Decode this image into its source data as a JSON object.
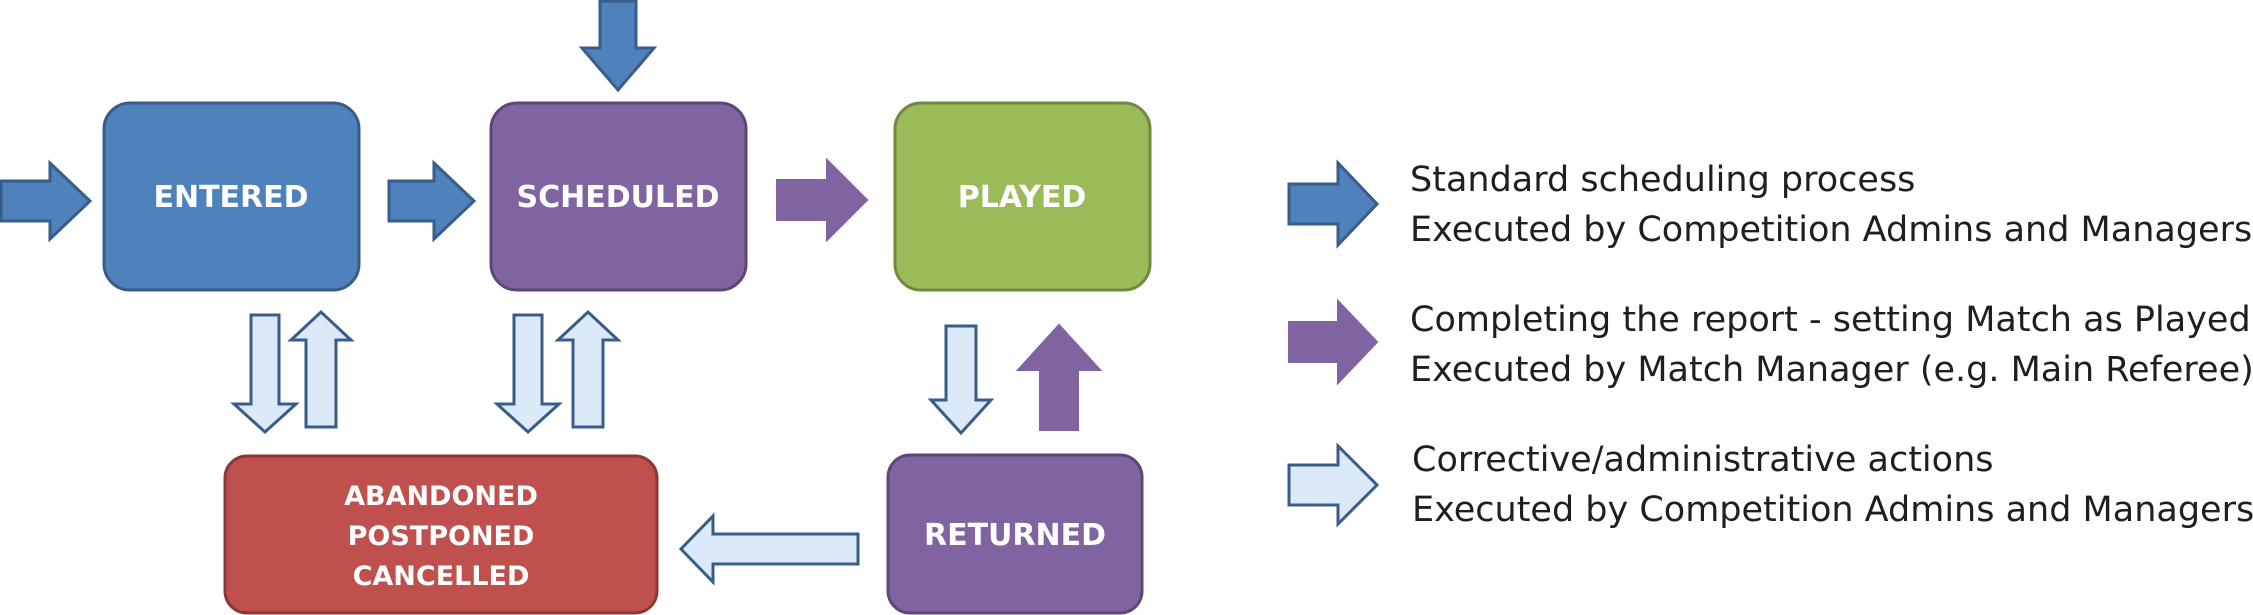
{
  "colors": {
    "entered_fill": "#4f81bd",
    "entered_stroke": "#385d8a",
    "scheduled_fill": "#8064a2",
    "scheduled_stroke": "#5c4776",
    "played_fill": "#9bbb59",
    "played_stroke": "#71893f",
    "abandoned_fill": "#c0504d",
    "abandoned_stroke": "#8c3836",
    "returned_fill": "#8064a2",
    "returned_stroke": "#5c4776",
    "standard_arrow_fill": "#4f81bd",
    "standard_arrow_stroke": "#385d8a",
    "report_arrow_fill": "#8064a2",
    "report_arrow_stroke": "#8064a2",
    "corrective_arrow_fill": "#dbe9f9",
    "corrective_arrow_stroke": "#385d8a"
  },
  "states": {
    "entered": "ENTERED",
    "scheduled": "SCHEDULED",
    "played": "PLAYED",
    "abandoned": [
      "ABANDONED",
      "POSTPONED",
      "CANCELLED"
    ],
    "returned": "RETURNED"
  },
  "legend": {
    "standard": {
      "line1": "Standard scheduling process",
      "line2": "Executed by Competition Admins and Managers"
    },
    "report": {
      "line1": "Completing the report - setting Match as Played",
      "line2": "Executed by Match Manager (e.g. Main Referee)"
    },
    "corrective": {
      "line1": "Corrective/administrative actions",
      "line2": "Executed by Competition Admins and Managers"
    }
  }
}
